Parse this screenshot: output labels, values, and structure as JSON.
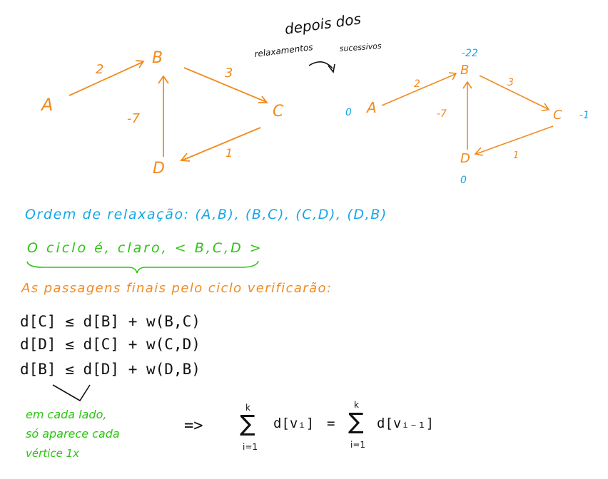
{
  "colors": {
    "orange": "#f28a1e",
    "blue": "#16a6e6",
    "green": "#2ec414",
    "black": "#111111"
  },
  "note": {
    "line1": "depois dos",
    "line2": "relaxamentos",
    "line3": "sucessivos"
  },
  "graph_left": {
    "nodes": {
      "A": "A",
      "B": "B",
      "C": "C",
      "D": "D"
    },
    "weights": {
      "AB": "2",
      "BC": "3",
      "CD": "1",
      "DB": "-7"
    }
  },
  "graph_right": {
    "nodes": {
      "A": "A",
      "B": "B",
      "C": "C",
      "D": "D"
    },
    "weights": {
      "AB": "2",
      "BC": "3",
      "CD": "1",
      "DB": "-7"
    },
    "distances": {
      "A": "0",
      "B": "-22",
      "C": "-1",
      "D": "0"
    }
  },
  "text": {
    "order": "Ordem de relaxação: (A,B), (B,C), (C,D), (D,B)",
    "cycle": "O ciclo é, claro, < B,C,D >",
    "passagens": "As passagens finais pelo ciclo verificarão:",
    "ineq1": "d[C] ≤ d[B] + w(B,C)",
    "ineq2": "d[D] ≤ d[C] + w(C,D)",
    "ineq3": "d[B] ≤ d[D] + w(D,B)",
    "note1": "em cada lado,",
    "note2": "só aparece cada",
    "note3": "vértice 1x",
    "implies": "=>"
  },
  "formula": {
    "sum_top": "k",
    "sum_bottom": "i=1",
    "lhs_term": "d[vᵢ]",
    "equals": "=",
    "rhs_term": "d[vᵢ₋₁]"
  }
}
